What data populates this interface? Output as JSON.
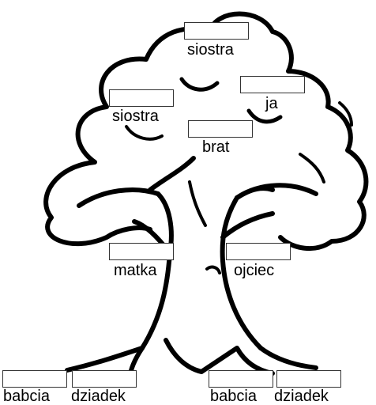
{
  "worksheet": {
    "labels": {
      "sister_top": "siostra",
      "me": "ja",
      "sister_left": "siostra",
      "brother": "brat",
      "mother": "matka",
      "father": "ojciec",
      "grandmother_1": "babcia",
      "grandfather_1": "dziadek",
      "grandmother_2": "babcia",
      "grandfather_2": "dziadek"
    },
    "answer_boxes": {
      "sister_top": "",
      "me": "",
      "sister_left": "",
      "brother": "",
      "mother": "",
      "father": "",
      "grandmother_1": "",
      "grandfather_1": "",
      "grandmother_2": "",
      "grandfather_2": ""
    },
    "colors": {
      "ink": "#000000",
      "box_border": "#333333",
      "paper": "#ffffff"
    }
  }
}
